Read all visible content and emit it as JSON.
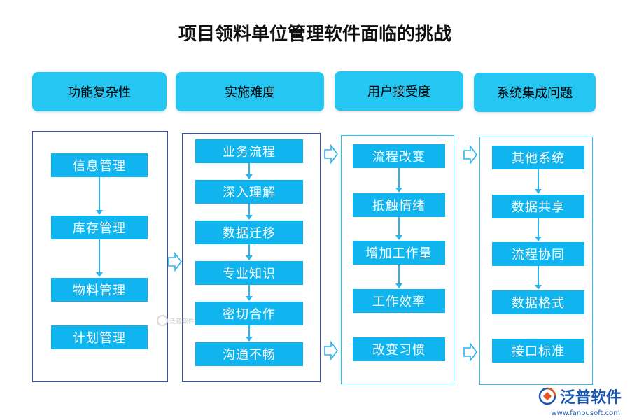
{
  "title": "项目领料单位管理软件面临的挑战",
  "columns": [
    {
      "header": "功能复杂性",
      "items": [
        "信息管理",
        "库存管理",
        "物料管理",
        "计划管理"
      ]
    },
    {
      "header": "实施难度",
      "items": [
        "业务流程",
        "深入理解",
        "数据迁移",
        "专业知识",
        "密切合作",
        "沟通不畅"
      ]
    },
    {
      "header": "用户接受度",
      "items": [
        "流程改变",
        "抵触情绪",
        "增加工作量",
        "工作效率",
        "改变习惯"
      ]
    },
    {
      "header": "系统集成问题",
      "items": [
        "其他系统",
        "数据共享",
        "流程协同",
        "数据格式",
        "接口标准"
      ]
    }
  ],
  "watermark": "泛普软件",
  "logo": {
    "name": "泛普软件",
    "url": "www.fanpusoft.com"
  },
  "colors": {
    "header_bg": "#26c6f2",
    "box_bg": "#10b4ee",
    "panel_border_blue": "#3b4fb8",
    "panel_border_cyan": "#29c0ec",
    "arrow": "#29b6ef"
  }
}
